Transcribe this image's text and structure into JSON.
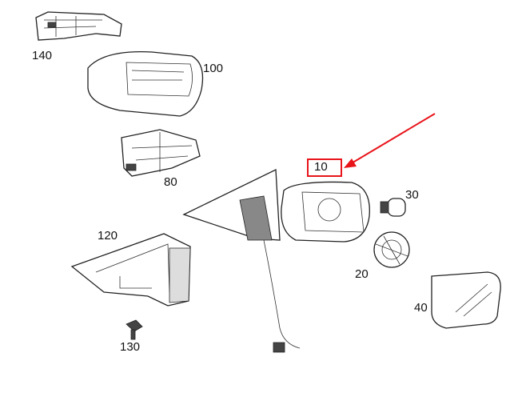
{
  "labels": {
    "p140": "140",
    "p100": "100",
    "p80": "80",
    "p10": "10",
    "p30": "30",
    "p120": "120",
    "p20": "20",
    "p40": "40",
    "p130": "130"
  },
  "highlight": {
    "part": "10",
    "color": "#e8141a"
  }
}
